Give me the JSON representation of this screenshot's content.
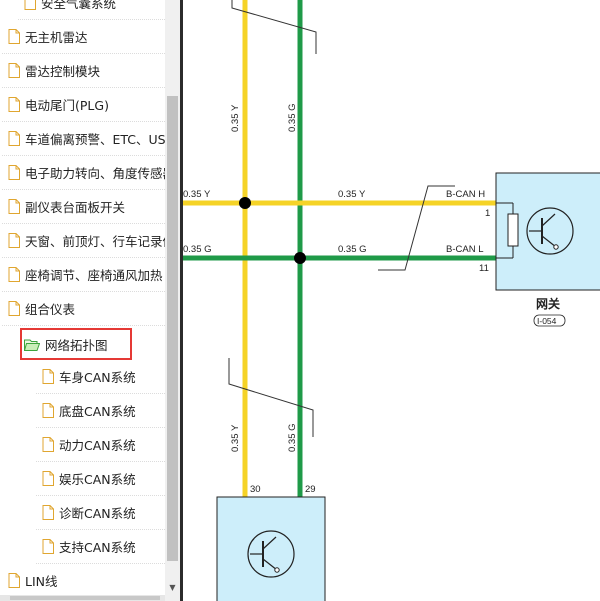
{
  "sidebar": {
    "items": [
      {
        "label": "安全气囊系统",
        "indent": 1,
        "type": "doc"
      },
      {
        "label": "无主机雷达",
        "indent": 0,
        "type": "doc"
      },
      {
        "label": "雷达控制模块",
        "indent": 0,
        "type": "doc"
      },
      {
        "label": "电动尾门(PLG)",
        "indent": 0,
        "type": "doc"
      },
      {
        "label": "车道偏离预警、ETC、USB",
        "indent": 0,
        "type": "doc"
      },
      {
        "label": "电子助力转向、角度传感器",
        "indent": 0,
        "type": "doc"
      },
      {
        "label": "副仪表台面板开关",
        "indent": 0,
        "type": "doc"
      },
      {
        "label": "天窗、前顶灯、行车记录仪",
        "indent": 0,
        "type": "doc"
      },
      {
        "label": "座椅调节、座椅通风加热",
        "indent": 0,
        "type": "doc"
      },
      {
        "label": "组合仪表",
        "indent": 0,
        "type": "doc"
      },
      {
        "label": "网络拓扑图",
        "indent": 1,
        "type": "folder",
        "selected": true
      },
      {
        "label": "车身CAN系统",
        "indent": 2,
        "type": "doc"
      },
      {
        "label": "底盘CAN系统",
        "indent": 2,
        "type": "doc"
      },
      {
        "label": "动力CAN系统",
        "indent": 2,
        "type": "doc"
      },
      {
        "label": "娱乐CAN系统",
        "indent": 2,
        "type": "doc"
      },
      {
        "label": "诊断CAN系统",
        "indent": 2,
        "type": "doc"
      },
      {
        "label": "支持CAN系统",
        "indent": 2,
        "type": "doc"
      },
      {
        "label": "LIN线",
        "indent": 0,
        "type": "doc"
      }
    ]
  },
  "diagram": {
    "wires": {
      "vertical_y_top": "0.35 Y",
      "vertical_g_top": "0.35 G",
      "vertical_y_bottom": "0.35 Y",
      "vertical_g_bottom": "0.35 G",
      "h_y_left": "0.35 Y",
      "h_y_mid": "0.35 Y",
      "h_g_left": "0.35 G",
      "h_g_mid": "0.35 G"
    },
    "gateway": {
      "name": "网关",
      "code": "I-054",
      "pin_h_label": "B-CAN H",
      "pin_h_num": "1",
      "pin_l_label": "B-CAN L",
      "pin_l_num": "11"
    },
    "lower_module": {
      "pin_y_num": "30",
      "pin_g_num": "29"
    },
    "colors": {
      "yellow_wire": "#f5d327",
      "green_wire": "#1f9a48",
      "module_fill": "#cdeefa"
    }
  }
}
